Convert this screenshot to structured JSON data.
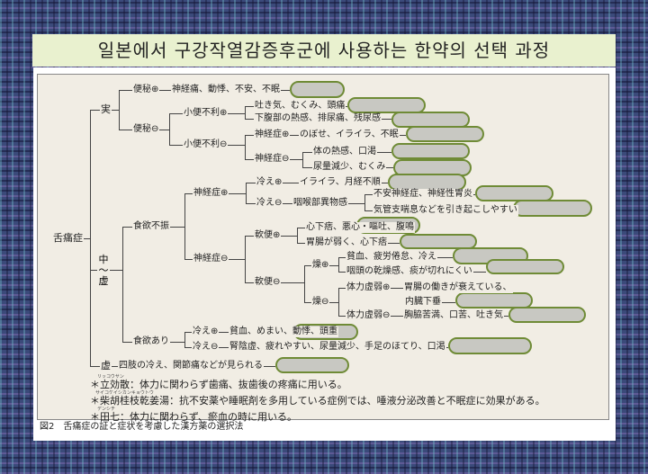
{
  "title": "일본에서 구강작열감증후군에 사용하는 한약의 선택 과정",
  "nodes": {
    "root": "舌痛症",
    "jitsu": "実",
    "chu_kyo": [
      "中",
      "〜",
      "虚"
    ],
    "kyo": "虚",
    "benpi_p": "便秘⊕",
    "benpi_p_sym": "神経痛、動悸、不安、不眠",
    "benpi_m": "便秘⊖",
    "shoben_p": "小便不利⊕",
    "shoben_p_sym1": "吐き気、むくみ、頭痛",
    "shoben_p_sym2": "下腹部の熱感、排尿痛、残尿感",
    "shoben_m": "小便不利⊖",
    "shinkei_p1": "神経症⊕",
    "shinkei_p1_sym": "のぼせ、イライラ、不眠",
    "shinkei_m1": "神経症⊖",
    "shinkei_m1_sym1": "体の熱感、口渇",
    "shinkei_m1_sym2": "尿量減少、むくみ",
    "shokuyoku_fushin": "食欲不振",
    "shinkei_p2": "神経症⊕",
    "hie_p1": "冷え⊕",
    "hie_p1_sym": "イライラ、月経不順",
    "hie_m1": "冷え⊖",
    "hie_m1_sym": "咽喉部異物感",
    "hie_m1_sym1": "不安神経症、神経性胃炎",
    "hie_m1_sym2": "気管支喘息などを引き起こしやすい",
    "shinkei_m2": "神経症⊖",
    "nanben_p": "軟便⊕",
    "nanben_p_sym1": "心下痞、悪心・嘔吐、腹鳴",
    "nanben_p_sym2": "胃腸が弱く、心下痞",
    "nanben_m": "軟便⊖",
    "so_p": "燥⊕",
    "so_p_sym1": "貧血、疲労倦怠、冷え",
    "so_p_sym2": "咽頭の乾燥感、痰が切れにくい",
    "so_m": "燥⊖",
    "tairyoku_p": "体力虚弱⊕",
    "tairyoku_p_sym1": "胃腸の働きが衰えている、",
    "tairyoku_p_sym2": "内臓下垂",
    "tairyoku_m": "体力虚弱⊖",
    "tairyoku_m_sym": "胸脇苦満、口苦、吐き気",
    "shokuyoku_ari": "食欲あり",
    "hie_p2": "冷え⊕",
    "hie_p2_sym": "貧血、めまい、動悸、頭重",
    "hie_m2": "冷え⊖",
    "hie_m2_sym": "腎陰虚、疲れやすい、尿量減少、手足のほてり、口渇",
    "kyo_sym": "四肢の冷え、関節痛などが見られる"
  },
  "notes": [
    {
      "ruby": "リッコウサン",
      "text": "＊立効散：体力に関わらず歯痛、抜歯後の疼痛に用いる。"
    },
    {
      "ruby": "サイコケイシカンキョウトウ",
      "text": "＊柴胡桂枝乾姜湯：抗不安薬や睡眠剤を多用している症例では、唾液分泌改善と不眠症に効果がある。"
    },
    {
      "ruby": "デンシチ",
      "text": "＊田七：体力に関わらず、瘀血の時に用いる。"
    }
  ],
  "caption": "図2　舌痛症の証と症状を考慮した漢方薬の選択法",
  "colors": {
    "title_bg": "#e9f1cf",
    "diagram_bg": "#f1ede4",
    "pill_fill": "#c8c8c2",
    "pill_border": "#6f8b36"
  }
}
